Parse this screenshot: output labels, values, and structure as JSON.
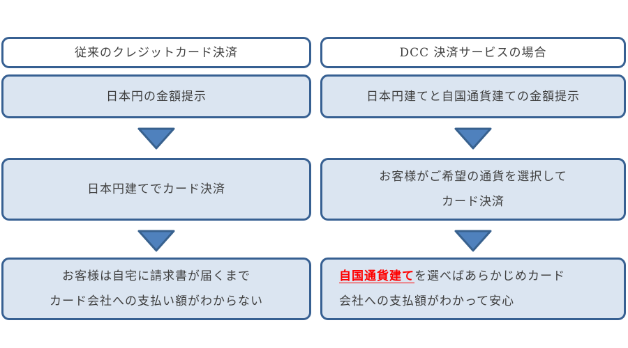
{
  "diagram": {
    "title_semantic": "credit-card-vs-dcc-payment-flow-comparison",
    "left_column": {
      "header": "従来のクレジットカード決済",
      "step1": "日本円の金額提示",
      "step2": "日本円建てでカード決済",
      "step3_line1": "お客様は自宅に請求書が届くまで",
      "step3_line2": "カード会社への支払い額がわからない"
    },
    "right_column": {
      "header": "DCC 決済サービスの場合",
      "step1": "日本円建てと自国通貨建ての金額提示",
      "step2_line1": "お客様がご希望の通貨を選択して",
      "step2_line2": "カード決済",
      "step3_highlight": "自国通貨建て",
      "step3_rest_line1": "を選べばあらかじめカード",
      "step3_line2": "会社への支払額がわかって安心"
    },
    "icons": {
      "down_arrow": "down-arrow-icon"
    },
    "colors": {
      "box_border": "#376092",
      "box_fill": "#dbe5f1",
      "header_fill": "#ffffff",
      "arrow_fill": "#4f81bd",
      "arrow_border": "#38618e",
      "text": "#3f3f3f",
      "highlight_text": "#ff0000"
    }
  }
}
